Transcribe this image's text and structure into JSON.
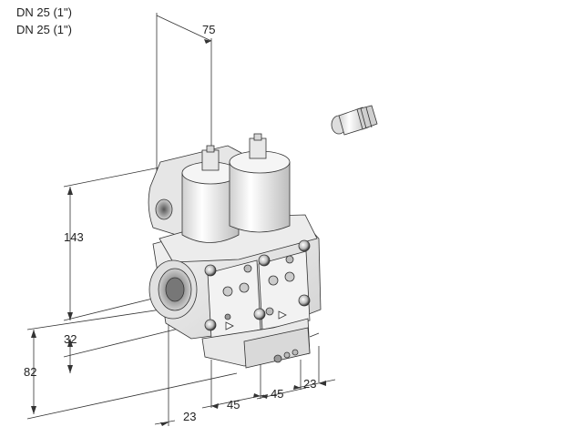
{
  "header": {
    "line1": "DN 25 (1\")",
    "line2": "DN 25 (1\")"
  },
  "dimensions": {
    "top_width": "75",
    "height_total": "143",
    "inlet_offset": "32",
    "base_height": "82",
    "side_offset_left": "23",
    "module_spacing_1": "45",
    "module_spacing_2": "45",
    "side_offset_right": "23"
  }
}
